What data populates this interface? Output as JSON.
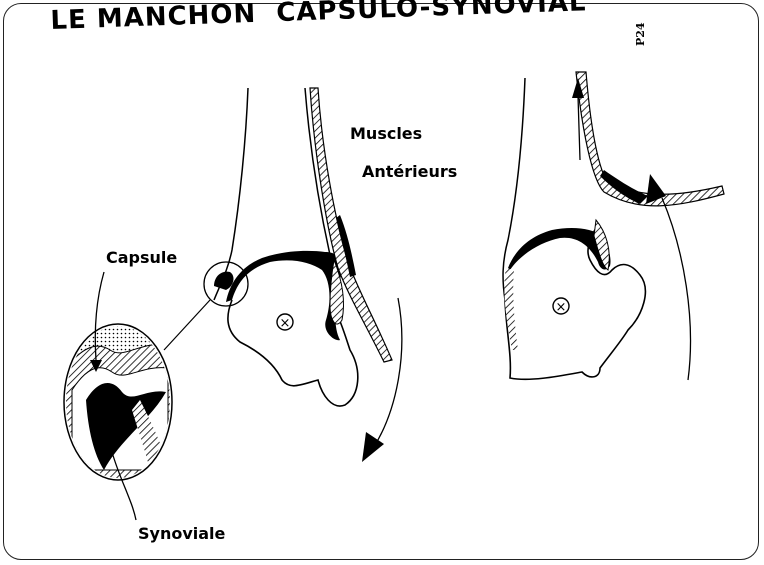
{
  "title": "LE MANCHON  CAPSULO-SYNOVIAL",
  "page_code": "P24",
  "labels": {
    "muscles": "Muscles",
    "anterieurs": "Antérieurs",
    "capsule": "Capsule",
    "synoviale": "Synoviale"
  },
  "center_marker": "×"
}
